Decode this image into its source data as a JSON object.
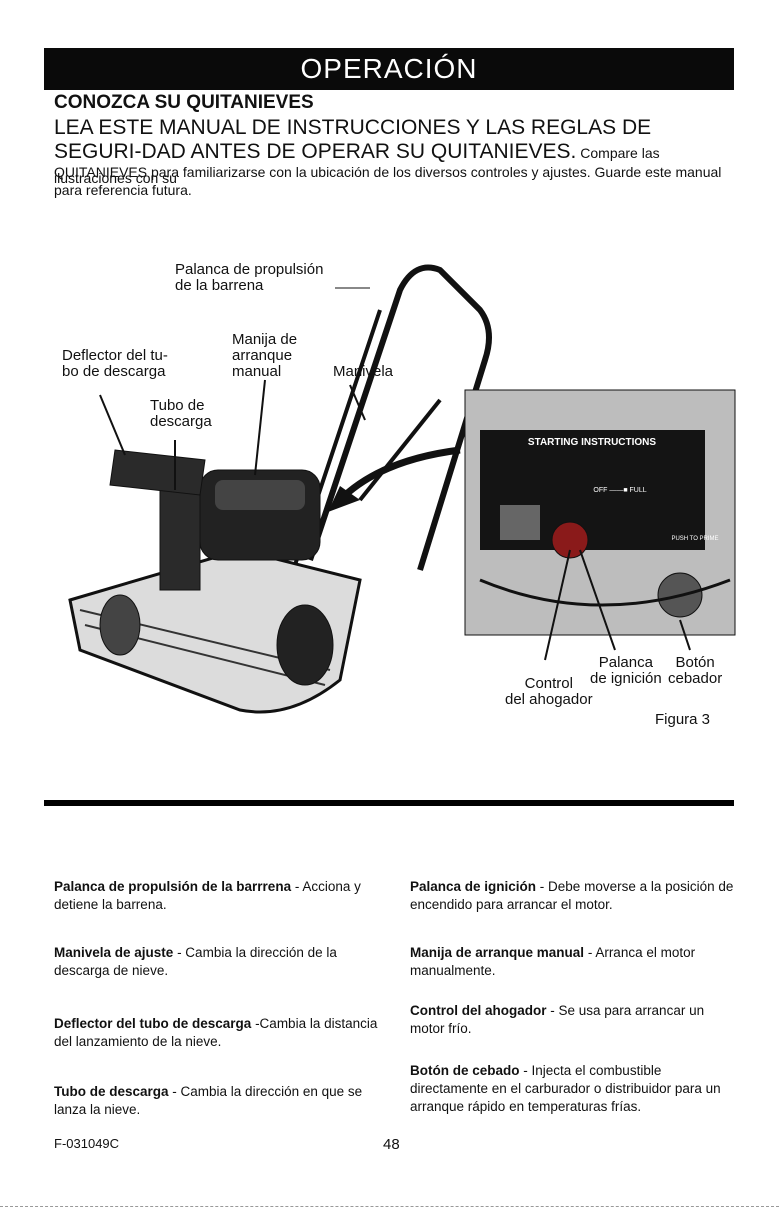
{
  "banner": "OPERACIÓN",
  "heading": "CONOZCA SU QUITANIEVES",
  "lead": {
    "caps": "LEA ESTE MANUAL DE INSTRUCCIONES Y LAS REGLAS DE SEGURI-DAD ANTES DE OPERAR SU QUITANIEVES.",
    "small": " Compare las ilustraciones con su"
  },
  "intro": "QUITANIEVES para familiarizarse con la ubicación de los diversos controles y ajustes. Guarde este manual para referencia futura.",
  "figure": {
    "labels": {
      "auger_lever": "Palanca de  propulsión\n     de la  barrena",
      "chute_deflector": "Deflector del tu-\nbo de descarga",
      "recoil_handle": "Manija de\narranque\nmanual",
      "crank": "Manivela",
      "chute": "Tubo de\ndescarga",
      "ignition": "Palanca\nde ignición",
      "primer": "Botón\ncebador",
      "choke": "Control\ndel ahogador",
      "caption": "Figura 3"
    },
    "panel": {
      "title": "STARTING INSTRUCTIONS",
      "choke_scale": "OFF ——■ FULL",
      "push_label": "PUSH TO PRIME"
    }
  },
  "descriptions": [
    {
      "term": "Palanca de propulsión de la barrrena",
      "text": " - Acciona y detiene la barrena."
    },
    {
      "term": "Manivela de ajuste",
      "text": "  - Cambia la dirección de la descarga de nieve."
    },
    {
      "term": "Deflector del tubo de descarga",
      "text": " -Cambia la distancia del lanzamiento de la nieve."
    },
    {
      "term": "Tubo de descarga",
      "text": " - Cambia la dirección en que se lanza la nieve."
    },
    {
      "term": "Palanca de ignición",
      "text": " - Debe moverse a la posición de encendido para arrancar el motor."
    },
    {
      "term": "Manija de arranque manual",
      "text": " - Arranca el motor manualmente."
    },
    {
      "term": "Control del ahogador",
      "text": "  - Se usa para arrancar un motor frío."
    },
    {
      "term": "Botón de cebado",
      "text": "  - Injecta el combustible directamente en el carburador o distribuidor para un arranque rápido en temperaturas frías."
    }
  ],
  "footer": {
    "code": "F-031049C",
    "page": "48"
  }
}
